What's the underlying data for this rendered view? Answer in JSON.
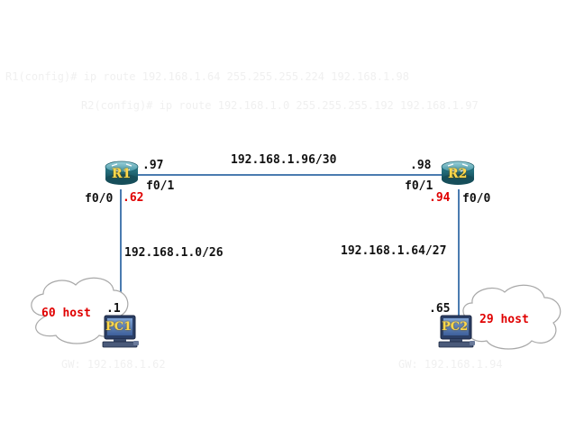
{
  "commands": {
    "r1": "R1(config)# ip route 192.168.1.64 255.255.255.224   192.168.1.98",
    "r2": "R2(config)# ip route 192.168.1.0 255.255.255.192   192.168.1.97"
  },
  "routers": {
    "r1": {
      "name": "R1",
      "wan_port": "f0/1",
      "lan_port": "f0/0",
      "wan_ip": ".97",
      "lan_ip": ".62"
    },
    "r2": {
      "name": "R2",
      "wan_port": "f0/1",
      "lan_port": "f0/0",
      "wan_ip": ".98",
      "lan_ip": ".94"
    }
  },
  "links": {
    "wan": "192.168.1.96/30",
    "lan1": "192.168.1.0/26",
    "lan2": "192.168.1.64/27"
  },
  "pcs": {
    "pc1": {
      "name": "PC1",
      "ip": ".1",
      "hosts": "60 host",
      "gateway": "GW: 192.168.1.62"
    },
    "pc2": {
      "name": "PC2",
      "ip": ".65",
      "hosts": "29 host",
      "gateway": "GW: 192.168.1.94"
    }
  },
  "colors": {
    "link": "#4a7bb0",
    "router_body": "#2f8a9a",
    "router_label": "#ffd84a",
    "highlight": "#e00000"
  }
}
